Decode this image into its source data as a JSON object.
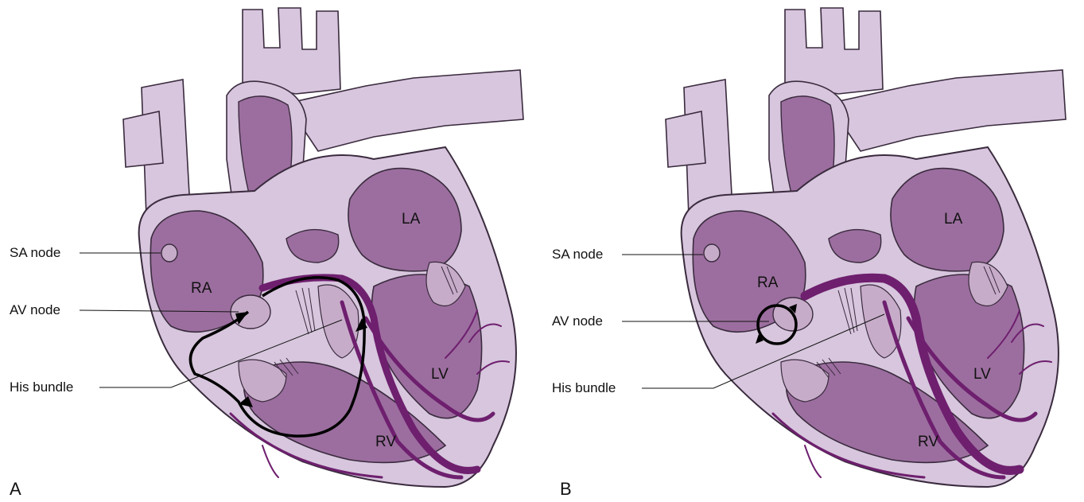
{
  "colors": {
    "heart_fill": "#d7c6dd",
    "chamber_fill": "#9c6e9f",
    "chamber_light": "#c7acc9",
    "outline": "#3a2b3e",
    "conduction": "#6e1f6e",
    "circuit": "#000000"
  },
  "panels": [
    {
      "letter": "A",
      "labels": {
        "sa_node": "SA node",
        "av_node": "AV node",
        "his_bundle": "His bundle"
      },
      "chambers": {
        "la": "LA",
        "ra": "RA",
        "lv": "LV",
        "rv": "RV"
      }
    },
    {
      "letter": "B",
      "labels": {
        "sa_node": "SA node",
        "av_node": "AV node",
        "his_bundle": "His bundle"
      },
      "chambers": {
        "la": "LA",
        "ra": "RA",
        "lv": "LV",
        "rv": "RV"
      }
    }
  ]
}
